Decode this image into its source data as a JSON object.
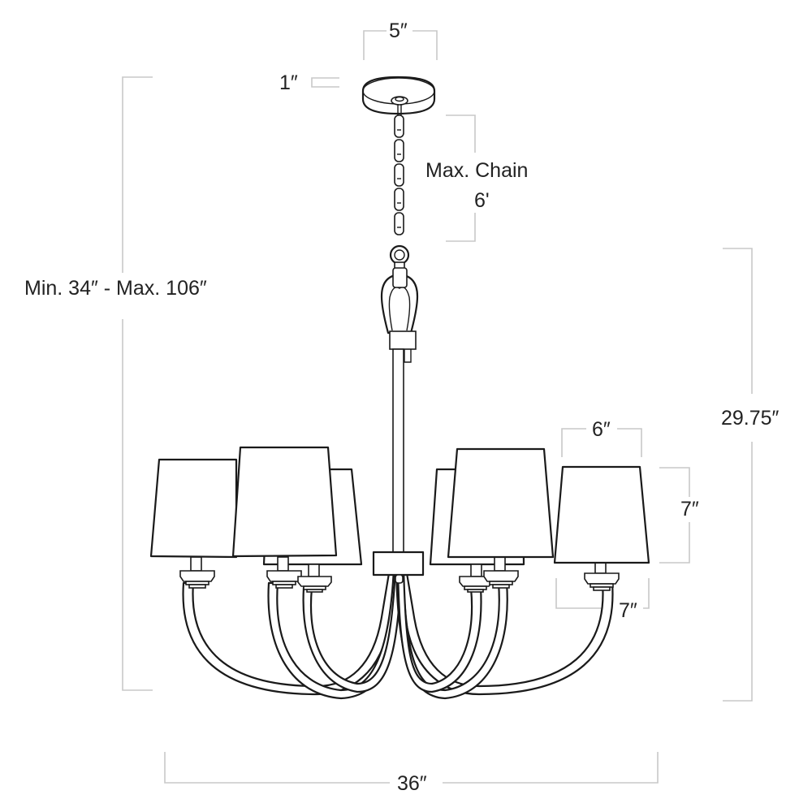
{
  "diagram": {
    "subject": "Six-light chandelier dimension drawing",
    "colors": {
      "line_art": "#1a1a1a",
      "dimension_lines": "#c8c8c8",
      "text": "#222222",
      "background": "#ffffff"
    },
    "dimensions": {
      "canopy_width": "5″",
      "canopy_height": "1″",
      "max_chain_title": "Max. Chain",
      "max_chain_value": "6'",
      "overall_height_range": "Min. 34″ - Max. 106″",
      "fixture_height": "29.75″",
      "shade_top_width": "6″",
      "shade_height": "7″",
      "shade_bottom_width": "7″",
      "overall_width": "36″"
    },
    "components": [
      "canopy",
      "chain",
      "loop-hook",
      "center-stem",
      "center-hub",
      "arms",
      "shades"
    ],
    "shade_count": 6
  }
}
